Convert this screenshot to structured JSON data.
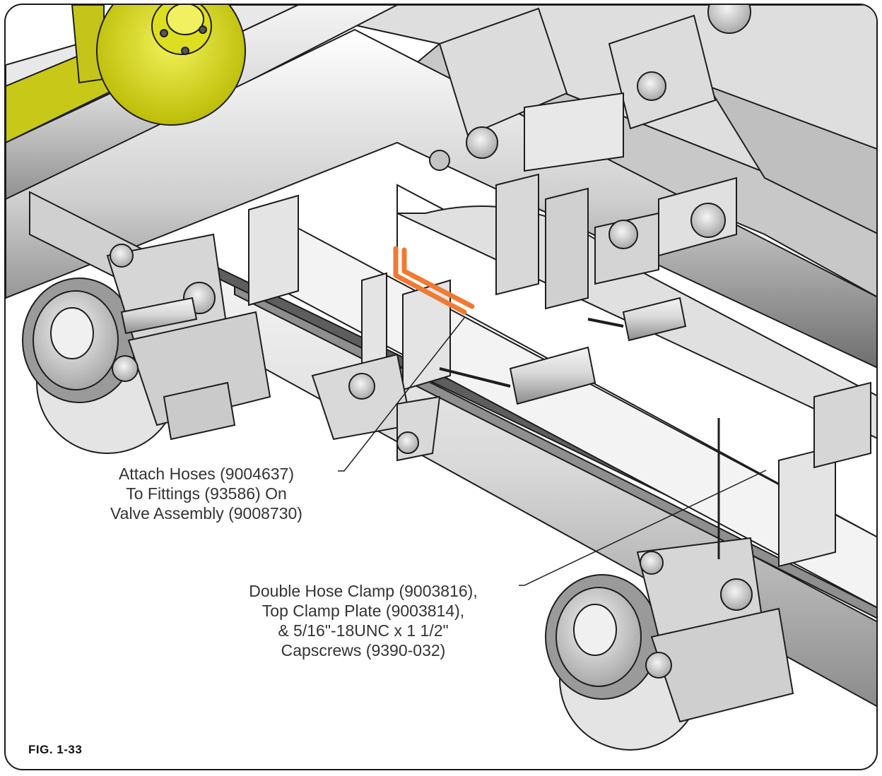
{
  "figure": {
    "label": "FIG.  1-33"
  },
  "callouts": {
    "attach_hoses": {
      "line1": "Attach Hoses (9004637)",
      "line2": "To Fittings (93586) On",
      "line3": "Valve Assembly (9008730)"
    },
    "double_hose_clamp": {
      "line1": "Double Hose Clamp (9003816),",
      "line2": "Top Clamp Plate (9003814),",
      "line3": "& 5/16\"-18UNC x 1 1/2\"",
      "line4": "Capscrews (9390-032)"
    }
  },
  "colors": {
    "frame": "#1a1a1a",
    "hub_yellow": "#e3e31a",
    "hose_highlight": "#f07a32",
    "metal_light": "#e6e6e6",
    "metal_mid": "#bdbdbd",
    "metal_dark": "#7a7a7a",
    "outline": "#1e1e1e"
  }
}
